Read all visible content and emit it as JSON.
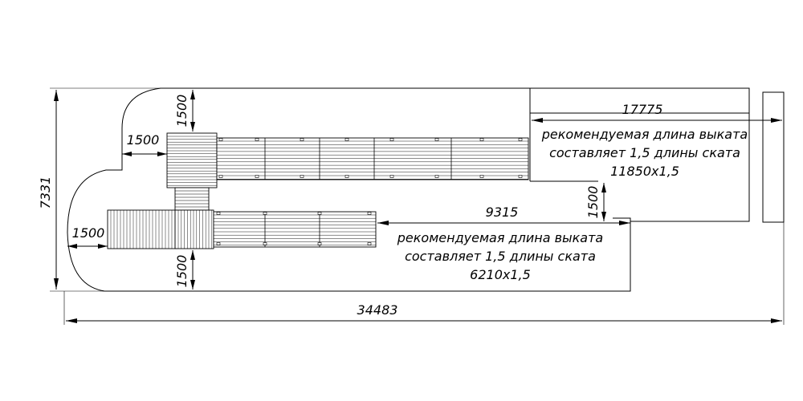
{
  "dimensions": {
    "total_width": "34483",
    "total_height": "7331",
    "upper_ramp_length": "17775",
    "lower_ramp_length": "9315",
    "upper_offset_left": "1500",
    "upper_offset_top": "1500",
    "lower_offset_left": "1500",
    "lower_offset_bottom": "1500",
    "middle_gap": "1500"
  },
  "notes": {
    "upper": {
      "line1": "рекомендуемая длина выката",
      "line2": "составляет 1,5 длины ската",
      "line3": "11850х1,5"
    },
    "lower": {
      "line1": "рекомендуемая длина выката",
      "line2": "составляет 1,5 длины ската",
      "line3": "6210х1,5"
    }
  }
}
